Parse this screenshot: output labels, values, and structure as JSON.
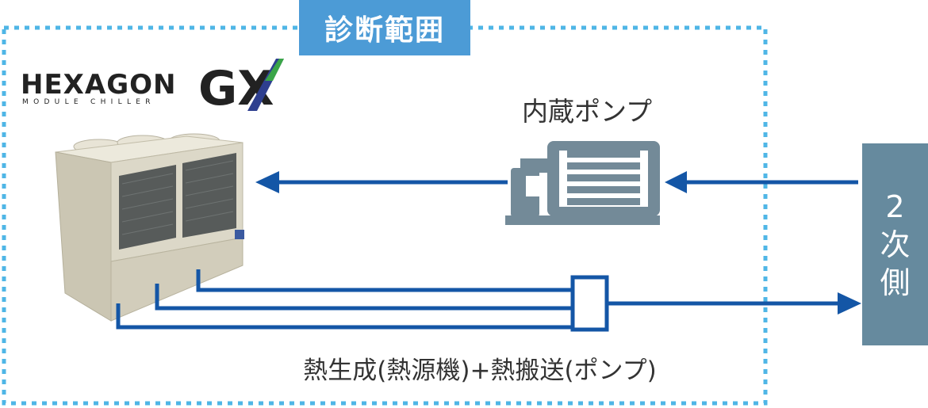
{
  "scope_label": "診断範囲",
  "logo": {
    "main_text": "HEXAGON",
    "mark_text": "GX",
    "sub_text": "MODULE CHILLER"
  },
  "pump_label": "内蔵ポンプ",
  "bottom_label": "熱生成(熱源機)+熱搬送(ポンプ)",
  "secondary": {
    "chars": [
      "2",
      "次",
      "側"
    ]
  },
  "colors": {
    "scope_border": "#4fb6e6",
    "scope_label_bg": "#4c9bd6",
    "flow_line": "#1456a6",
    "pump_gray": "#738a98",
    "secondary_bg": "#668a9e",
    "chiller_body": "#d9d5c4",
    "logo_mark_green": "#3aa548",
    "logo_mark_blue": "#2e3f8f"
  },
  "icons": [
    "chiller-unit-image",
    "pump-icon",
    "flow-arrow-icon"
  ]
}
